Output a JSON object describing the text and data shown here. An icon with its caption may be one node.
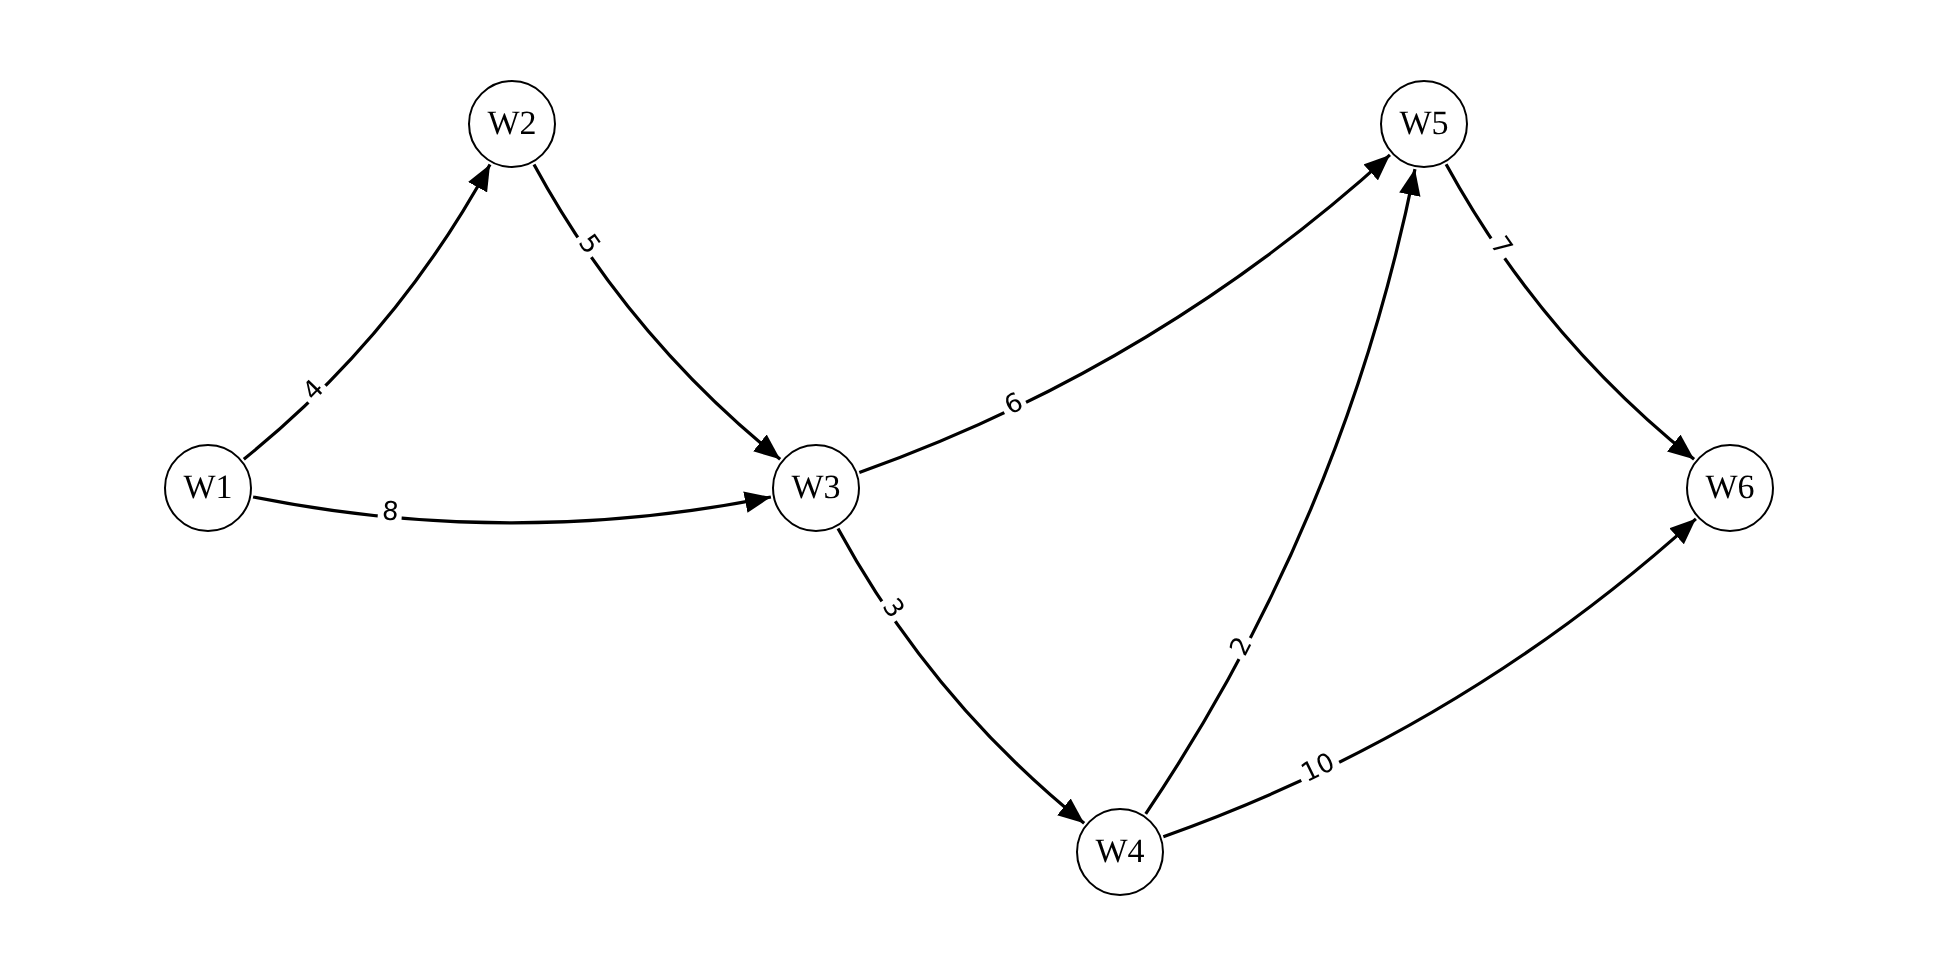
{
  "diagram": {
    "nodes": [
      {
        "text": [
          "W1"
        ]
      },
      {
        "text": [
          "W2"
        ]
      },
      {
        "text": [
          "W3"
        ]
      },
      {
        "text": [
          "W4"
        ]
      },
      {
        "text": [
          "W5"
        ]
      },
      {
        "text": [
          "W6"
        ]
      }
    ],
    "edges": [
      {
        "from": 0,
        "to": 1,
        "arrow": "to",
        "label": "4"
      },
      {
        "from": 0,
        "to": 2,
        "arrow": "to",
        "label": "8"
      },
      {
        "from": 1,
        "to": 2,
        "arrow": "to",
        "label": "5"
      },
      {
        "from": 2,
        "to": 4,
        "arrow": "to",
        "label": "6"
      },
      {
        "from": 2,
        "to": 3,
        "arrow": "to",
        "label": "3"
      },
      {
        "from": 3,
        "to": 4,
        "arrow": "to",
        "label": "2"
      },
      {
        "from": 3,
        "to": 5,
        "arrow": "to",
        "label": "10"
      },
      {
        "from": 4,
        "to": 5,
        "arrow": "to",
        "label": "7"
      }
    ]
  }
}
